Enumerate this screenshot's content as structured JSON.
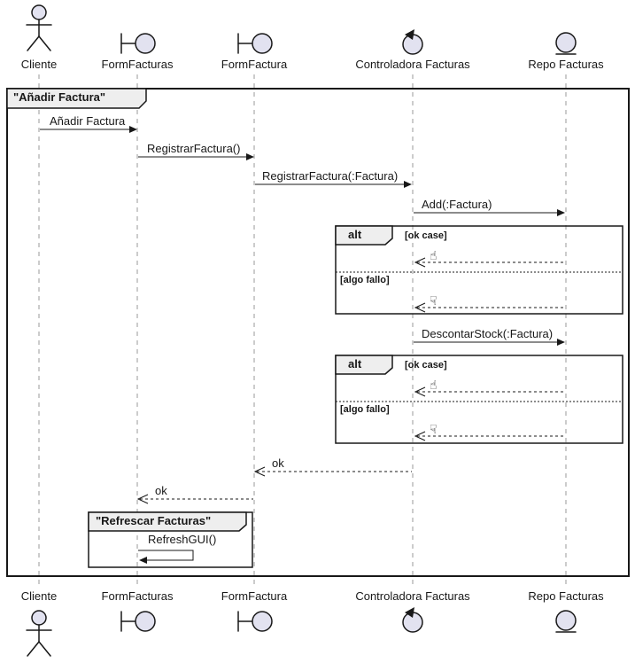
{
  "participants": {
    "cliente": {
      "label": "Cliente",
      "type": "actor"
    },
    "form_facturas": {
      "label": "FormFacturas",
      "type": "boundary"
    },
    "form_factura": {
      "label": "FormFactura",
      "type": "boundary"
    },
    "controladora": {
      "label": "Controladora Facturas",
      "type": "control"
    },
    "repo": {
      "label": "Repo Facturas",
      "type": "entity"
    }
  },
  "frames": {
    "main": {
      "title": "\"Añadir Factura\""
    },
    "refresh": {
      "title": "\"Refrescar Facturas\""
    }
  },
  "messages": {
    "anadir_factura": "Añadir Factura",
    "registrar_factura": "RegistrarFactura()",
    "registrar_factura_param": "RegistrarFactura(:Factura)",
    "add_factura": "Add(:Factura)",
    "descontar_stock": "DescontarStock(:Factura)",
    "ok_1": "ok",
    "ok_2": "ok",
    "refresh_gui": "RefreshGUI()"
  },
  "alt_fragments": {
    "registro": {
      "operator": "alt",
      "ok_guard": "[ok case]",
      "ok_reply": "☝",
      "fail_guard": "[algo fallo]",
      "fail_reply": "☟"
    },
    "stock": {
      "operator": "alt",
      "ok_guard": "[ok case]",
      "ok_reply": "☝",
      "fail_guard": "[algo fallo]",
      "fail_reply": "☟"
    }
  },
  "colors": {
    "stroke": "#181818",
    "participant_fill": "#E2E2F0",
    "lifeline": "#999999",
    "frame_tab_bg": "#EEEEEE",
    "background": "#FFFFFF"
  }
}
